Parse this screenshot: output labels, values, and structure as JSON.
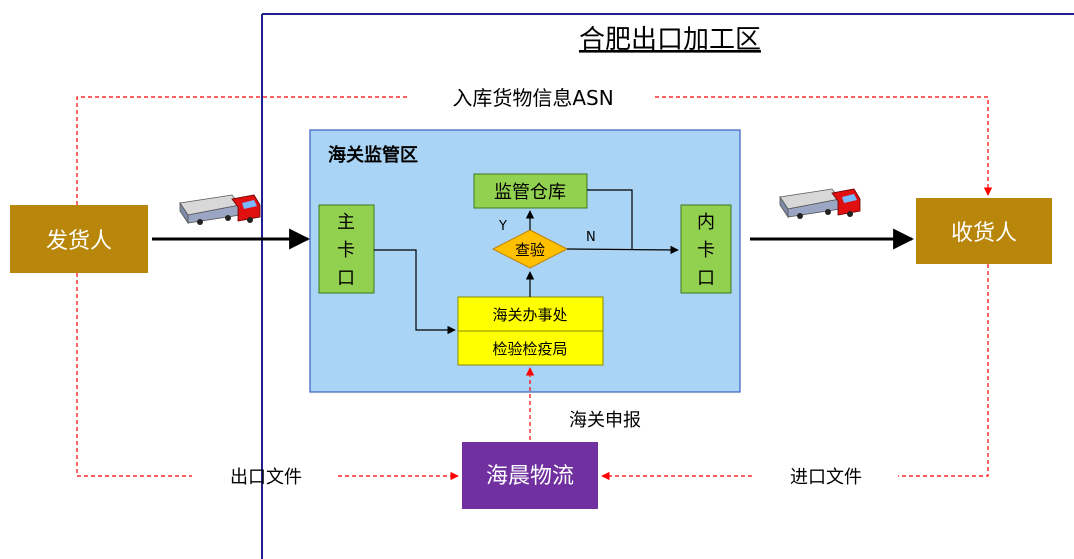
{
  "zone_title": "合肥出口加工区",
  "asn_label": "入库货物信息ASN",
  "customs_zone_label": "海关监管区",
  "shipper": "发货人",
  "consignee": "收货人",
  "main_gate": [
    "主",
    "卡",
    "口"
  ],
  "inner_gate": [
    "内",
    "卡",
    "口"
  ],
  "warehouse": "监管仓库",
  "inspection": "查验",
  "yes_label": "Y",
  "no_label": "N",
  "customs_office": "海关办事处",
  "quarantine_bureau": "检验检疫局",
  "customs_declaration": "海关申报",
  "logistics": "海晨物流",
  "export_docs": "出口文件",
  "import_docs": "进口文件",
  "colors": {
    "brand_gold": "#b8860b",
    "logistics_purple": "#7030a0",
    "zone_blue": "#a9d4f5",
    "gate_green": "#92d050",
    "office_yellow": "#ffff00",
    "inspect_diamond": "#ffc000",
    "dashed_red": "#ff0000",
    "border_navy": "#1f1f8f"
  }
}
